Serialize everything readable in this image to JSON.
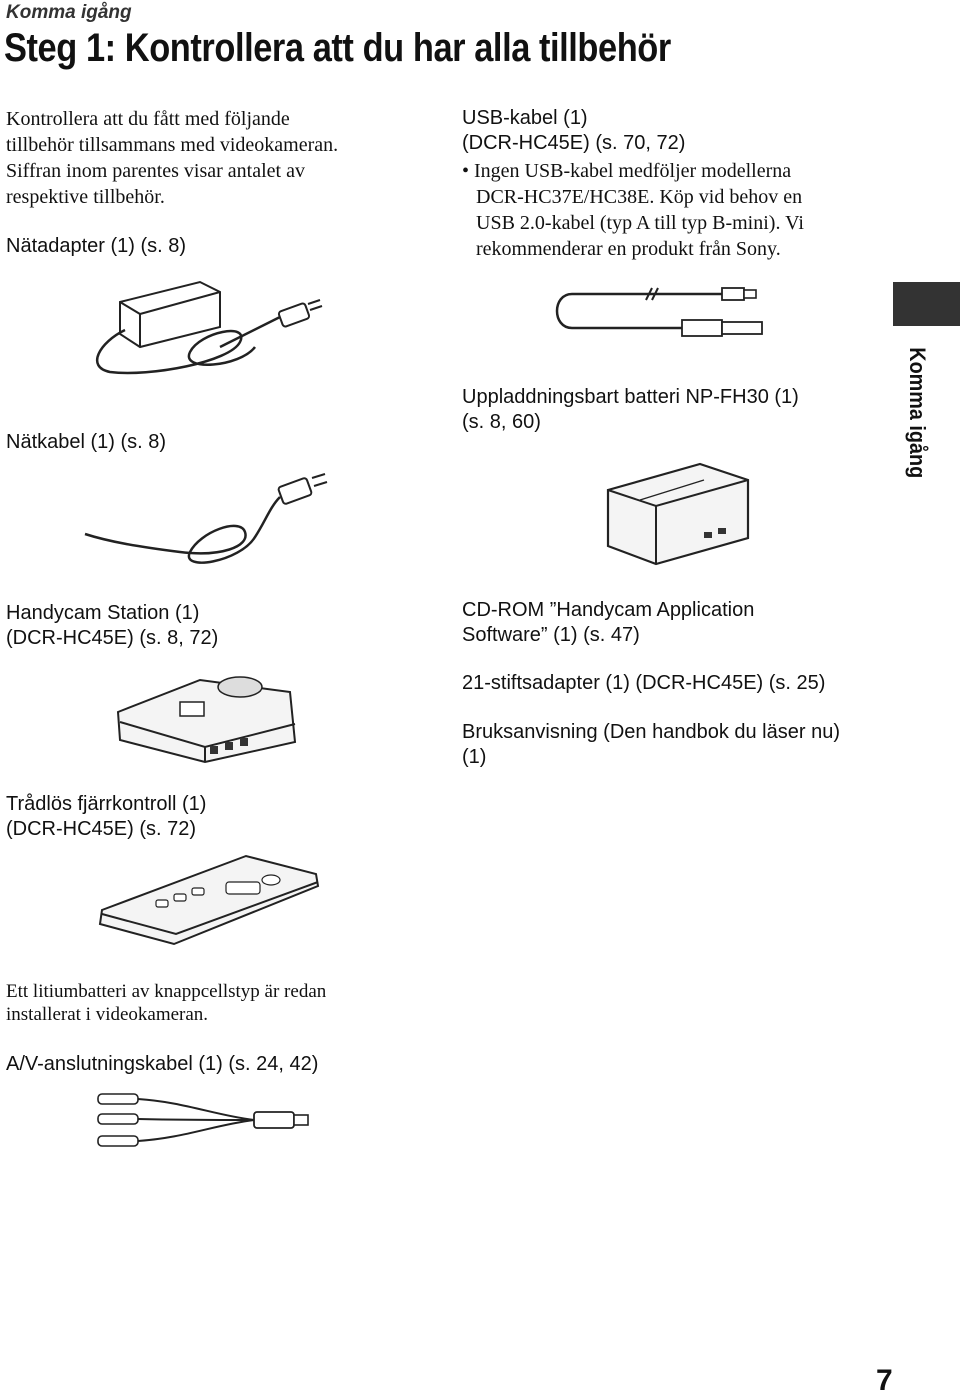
{
  "header": {
    "section": "Komma igång",
    "title": "Steg 1: Kontrollera att du har alla tillbehör"
  },
  "intro": {
    "line1": "Kontrollera att du fått med följande",
    "line2": "tillbehör tillsammans med videokameran.",
    "line3": "Siffran inom parentes visar antalet av",
    "line4": "respektive tillbehör."
  },
  "items": {
    "ac_adapter": "Nätadapter (1) (s. 8)",
    "power_cord": "Nätkabel (1) (s. 8)",
    "handycam_station_1": "Handycam Station (1)",
    "handycam_station_2": "(DCR-HC45E) (s. 8, 72)",
    "remote_1": "Trådlös fjärrkontroll (1)",
    "remote_2": "(DCR-HC45E) (s. 72)",
    "remote_note_1": "Ett litiumbatteri av knappcellstyp är redan",
    "remote_note_2": "installerat i videokameran.",
    "av_cable": "A/V-anslutningskabel (1) (s. 24, 42)",
    "usb_1": "USB-kabel (1)",
    "usb_2": "(DCR-HC45E) (s. 70, 72)",
    "usb_note_1": "Ingen USB-kabel medföljer modellerna",
    "usb_note_2": "DCR-HC37E/HC38E. Köp vid behov en",
    "usb_note_3": "USB 2.0-kabel (typ A till typ B-mini). Vi",
    "usb_note_4": "rekommenderar en produkt från Sony.",
    "battery_1": "Uppladdningsbart batteri NP-FH30 (1)",
    "battery_2": "(s. 8, 60)",
    "cdrom_1": "CD-ROM ”Handycam Application",
    "cdrom_2": "Software” (1) (s. 47)",
    "adapter21": "21-stiftsadapter (1) (DCR-HC45E) (s. 25)",
    "manual_1": "Bruksanvisning (Den handbok du läser nu)",
    "manual_2": "(1)"
  },
  "sidebar": {
    "tab_label": "Komma igång"
  },
  "footer": {
    "page_number": "7"
  }
}
